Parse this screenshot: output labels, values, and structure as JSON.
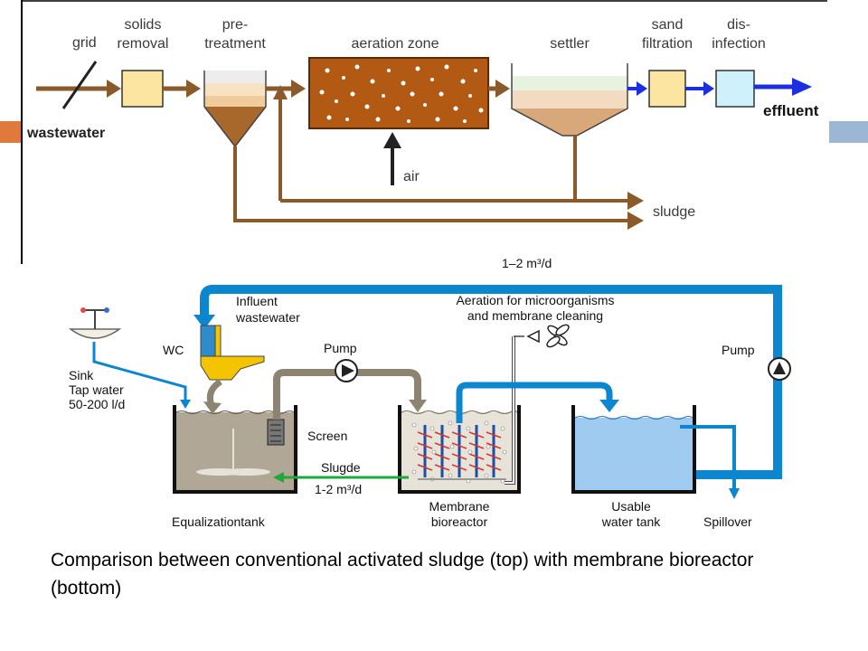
{
  "conventional": {
    "labels": {
      "grid": "grid",
      "solids_removal_1": "solids",
      "solids_removal_2": "removal",
      "pretreatment_1": "pre-",
      "pretreatment_2": "treatment",
      "aeration_zone": "aeration zone",
      "settler": "settler",
      "sand_filtration_1": "sand",
      "sand_filtration_2": "filtration",
      "disinfection_1": "dis-",
      "disinfection_2": "infection",
      "wastewater": "wastewater",
      "effluent": "effluent",
      "air": "air",
      "sludge": "sludge"
    },
    "colors": {
      "flow_brown": "#8B5A2B",
      "flow_blue": "#1C2FE0",
      "box_yellow": "#FBE5A0",
      "box_blue": "#CFF1FB",
      "aeration_fill": "#B25A14"
    }
  },
  "mbr": {
    "labels": {
      "flow_rate_top": "1–2 m³/d",
      "influent_1": "Influent",
      "influent_2": "wastewater",
      "aeration_1": "Aeration for microorganisms",
      "aeration_2": "and membrane cleaning",
      "wc": "WC",
      "sink": "Sink",
      "tap_water": "Tap water",
      "tap_rate": "50-200 l/d",
      "pump_left": "Pump",
      "pump_right": "Pump",
      "screen": "Screen",
      "slugde": "Slugde",
      "slugde_rate": "1-2 m³/d",
      "equalization_tank": "Equalizationtank",
      "membrane_bioreactor_1": "Membrane",
      "membrane_bioreactor_2": "bioreactor",
      "usable_water_tank_1": "Usable",
      "usable_water_tank_2": "water tank",
      "spillover": "Spillover"
    },
    "colors": {
      "pipe_blue": "#0C86CF",
      "pipe_grey": "#8C8371",
      "sludge_green": "#21A83B",
      "equalization_water": "#B0A796",
      "bioreactor_water": "#E8E3D8",
      "usable_water": "#9ECBEF",
      "wc_yellow": "#F5C400"
    }
  },
  "caption": {
    "text": "Comparison between conventional activated sludge (top) with membrane bioreactor (bottom)"
  }
}
